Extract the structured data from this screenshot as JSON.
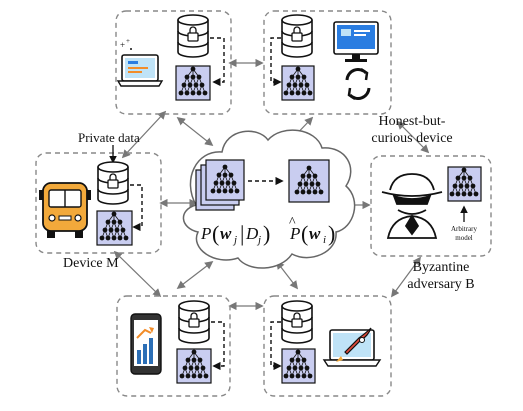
{
  "labels": {
    "private_data": "Private data",
    "device_m": "Device M",
    "honest_line1": "Honest-but-",
    "honest_line2": "curious device",
    "byzantine_line1": "Byzantine",
    "byzantine_line2": "adversary B",
    "arbitrary_line1": "Arbitrary",
    "arbitrary_line2": "model"
  },
  "formulas": {
    "local_posterior": "P(w_j | D_j)",
    "global_posterior": "P̂(w_i)"
  },
  "colors": {
    "node_box_fill": "#c9cdf0",
    "dashed_border": "#888888",
    "arrow": "#777777",
    "bus_yellow": "#f2a93b",
    "phone_bar_orange": "#f28c28",
    "phone_bar_blue": "#2c6fb6",
    "laptop_screen": "#bfe3f7",
    "monitor_blue": "#2a7de1",
    "rocket_red": "#e24b3b"
  },
  "icons": [
    "database-lock-icon",
    "neural-network-icon",
    "laptop-icon",
    "monitor-icon",
    "sync-icon",
    "bus-icon",
    "spy-icon",
    "phone-chart-icon",
    "laptop-rocket-icon"
  ]
}
